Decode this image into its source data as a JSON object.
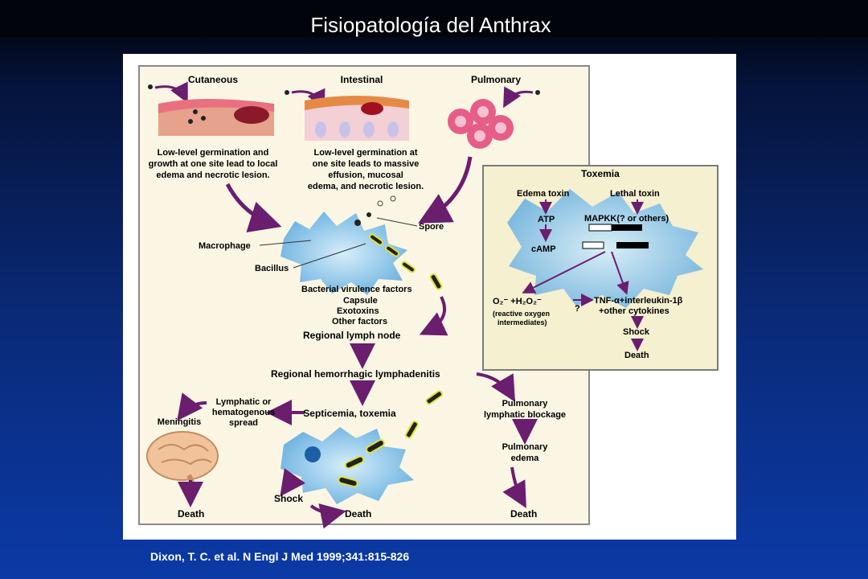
{
  "slide": {
    "title": "Fisiopatología del Anthrax",
    "citation": "Dixon, T. C. et al. N Engl J Med 1999;341:815-826"
  },
  "colors": {
    "background_top": "#000000",
    "background_bottom": "#0b3aa6",
    "arrow": "#6b1d6e",
    "cell": "#8ec9ec",
    "bacillus_capsule": "#e2e23a",
    "tissue": "#e06a7a",
    "toxemia_panel": "#f5f0d0"
  },
  "diagram": {
    "routes": {
      "cutaneous": "Cutaneous",
      "intestinal": "Intestinal",
      "pulmonary": "Pulmonary"
    },
    "captions": {
      "cutaneous": [
        "Low-level germination and",
        "growth at one site lead to local",
        "edema and necrotic lesion."
      ],
      "intestinal": [
        "Low-level germination at",
        "one site leads to massive",
        "effusion, mucosal",
        "edema, and necrotic lesion."
      ]
    },
    "labels": {
      "spore": "Spore",
      "macrophage": "Macrophage",
      "bacillus": "Bacillus",
      "virulence": [
        "Bacterial virulence factors",
        "Capsule",
        "Exotoxins",
        "Other factors"
      ],
      "regional_node": "Regional lymph node",
      "lymphadenitis": "Regional hemorrhagic lymphadenitis",
      "spread": [
        "Lymphatic or",
        "hematogenous",
        "spread"
      ],
      "meningitis": "Meningitis",
      "septicemia": "Septicemia, toxemia",
      "pulm_blockage": [
        "Pulmonary",
        "lymphatic blockage"
      ],
      "pulm_edema": [
        "Pulmonary",
        "edema"
      ],
      "shock": "Shock",
      "death": "Death"
    },
    "toxemia": {
      "title": "Toxemia",
      "edema_toxin": "Edema toxin",
      "lethal_toxin": "Lethal toxin",
      "atp": "ATP",
      "mapkk": "MAPKK(? or others)",
      "camp": "cAMP",
      "ros": "O₂⁻ +H₂O₂⁻",
      "ros_note": [
        "(reactive oxygen",
        "intermediates)"
      ],
      "question": "?",
      "cytokines": [
        "TNF-α+interleukin-1β",
        "+other cytokines"
      ],
      "shock": "Shock",
      "death": "Death"
    }
  }
}
